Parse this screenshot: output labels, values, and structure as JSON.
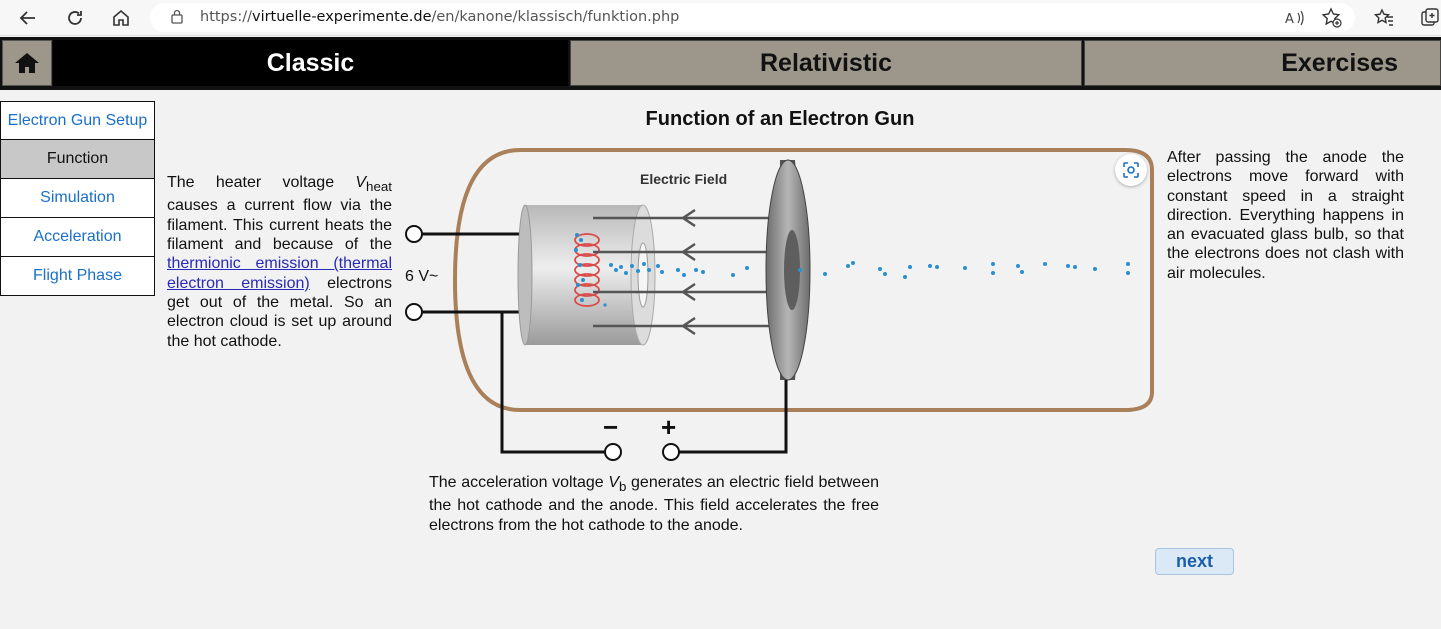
{
  "browser": {
    "url_prefix": "https://",
    "url_domain": "virtuelle-experimente.de",
    "url_path": "/en/kanone/klassisch/funktion.php",
    "icons": [
      "back-icon",
      "reload-icon",
      "home-icon",
      "lock-icon",
      "read-aloud-icon",
      "favorite-add-icon",
      "favorites-icon",
      "collections-icon"
    ]
  },
  "topnav": {
    "tabs": [
      {
        "label": "Classic",
        "active": true
      },
      {
        "label": "Relativistic",
        "active": false
      },
      {
        "label": "Exercises",
        "active": false
      }
    ]
  },
  "sidebar": {
    "items": [
      {
        "label": "Electron Gun Setup"
      },
      {
        "label": "Function",
        "active": true
      },
      {
        "label": "Simulation"
      },
      {
        "label": "Acceleration"
      },
      {
        "label": "Flight Phase"
      }
    ]
  },
  "main": {
    "title": "Function of an Electron Gun",
    "left_text_1": "The heater voltage ",
    "left_var": "V",
    "left_sub": "heat",
    "left_text_2": " causes a current flow via the filament. This current heats the filament and because of the ",
    "left_link": "thermionic emission (thermal electron emission)",
    "left_text_3": " electrons get out of the metal. So an electron cloud is set up around the hot cathode.",
    "right_text": "After passing the anode the electrons move forward with constant speed in a straight direction. Everything happens in an evacuated glass bulb, so that the electrons does not clash with air molecules.",
    "bottom_text_1": "The acceleration voltage ",
    "bottom_var": "V",
    "bottom_sub": "b",
    "bottom_text_2": " generates an electric field between the hot cathode and the anode. This field accelerates the free electrons from the hot cathode to the anode.",
    "diagram": {
      "field_label": "Electric Field",
      "voltage_label": "6 V~",
      "minus": "−",
      "plus": "+"
    },
    "next_label": "next"
  },
  "colors": {
    "accent_link": "#1a6fc9",
    "bulb": "#a9805a",
    "electrons": "#2a8fd0",
    "tab_inactive": "#9c978a"
  }
}
